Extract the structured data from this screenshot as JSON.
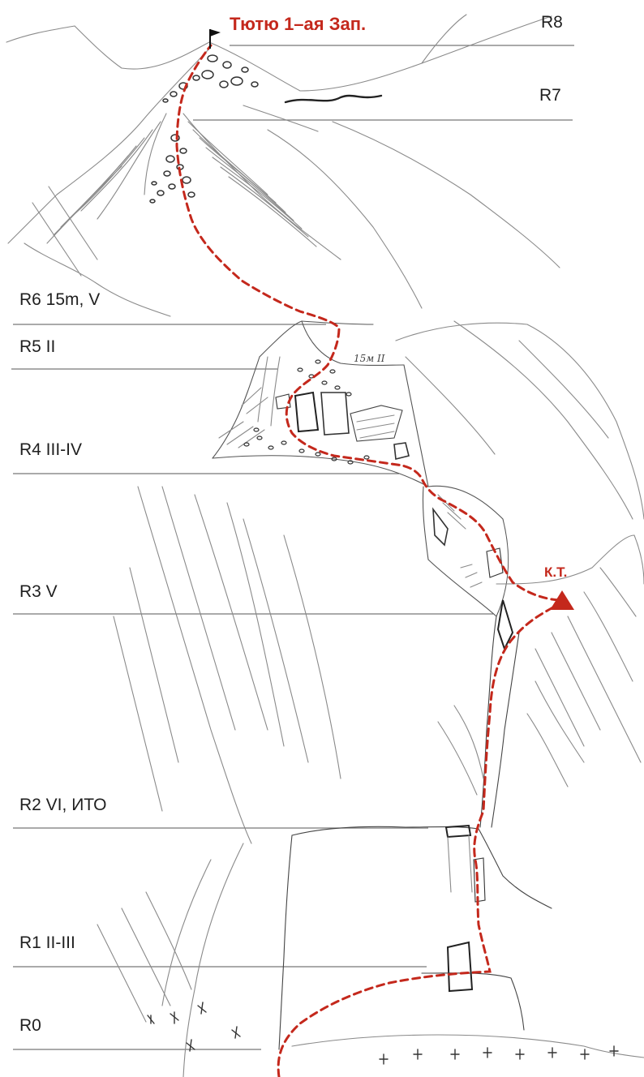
{
  "summit": {
    "name": "Тютю 1–ая Зап."
  },
  "control_point": {
    "label": "К.Т."
  },
  "wall_note": "15м II",
  "sections": [
    {
      "id": "R8",
      "label": "R8"
    },
    {
      "id": "R7",
      "label": "R7"
    },
    {
      "id": "R6",
      "label": "R6  15m, V"
    },
    {
      "id": "R5",
      "label": "R5  II"
    },
    {
      "id": "R4",
      "label": "R4  III-IV"
    },
    {
      "id": "R3",
      "label": "R3  V"
    },
    {
      "id": "R2",
      "label": "R2  VI, ИТО"
    },
    {
      "id": "R1",
      "label": "R1  II-III"
    },
    {
      "id": "R0",
      "label": "R0"
    }
  ],
  "colors": {
    "route": "#c4281c",
    "sketch": "#7a7a7a",
    "label_text": "#1f1f1f"
  },
  "icons": {
    "summit_flag": "flag-icon",
    "control_point": "triangle-icon"
  }
}
